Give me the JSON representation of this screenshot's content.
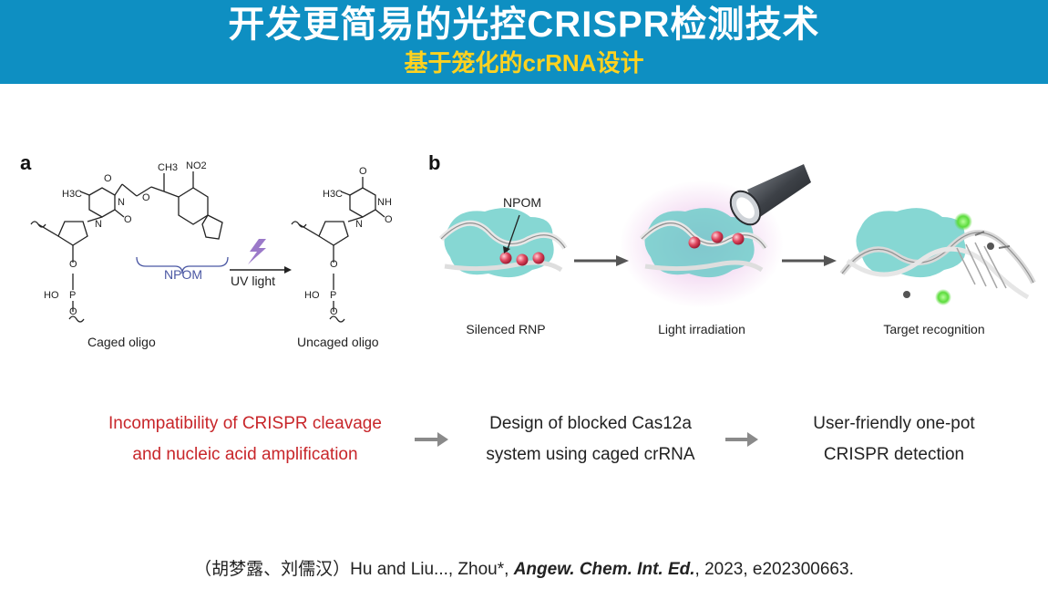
{
  "header": {
    "title": "开发更简易的光控CRISPR检测技术",
    "subtitle": "基于笼化的crRNA设计"
  },
  "panel_a": {
    "letter": "a",
    "caged_label": "Caged oligo",
    "uncaged_label": "Uncaged oligo",
    "npom_label": "NPOM",
    "uv_label": "UV light",
    "atoms": {
      "h3c": "H3C",
      "ch3": "CH3",
      "no2": "NO2",
      "nh": "NH",
      "o": "O",
      "n": "N",
      "ho": "HO",
      "p": "P"
    }
  },
  "panel_b": {
    "letter": "b",
    "npom_label": "NPOM",
    "stages": [
      "Silenced RNP",
      "Light irradiation",
      "Target recognition"
    ]
  },
  "flow": {
    "step1": [
      "Incompatibility of CRISPR cleavage",
      "and nucleic acid amplification"
    ],
    "step2": [
      "Design of blocked Cas12a",
      "system using caged crRNA"
    ],
    "step3": [
      "User-friendly one-pot",
      "CRISPR detection"
    ]
  },
  "citation": {
    "authors": "（胡梦露、刘儒汉）Hu and Liu..., Zhou*, ",
    "journal": "Angew. Chem. Int. Ed.",
    "rest": ", 2023, e202300663."
  },
  "colors": {
    "banner": "#0e8fc2",
    "title": "#ffffff",
    "subtitle": "#ffd21f",
    "problem_text": "#c8262a",
    "npom_chem": "#4a57a3",
    "protein": "#5ec9c4",
    "caged_group": "#e0485f",
    "glow": "#d98ad6",
    "probe_signal": "#5cdc3c"
  },
  "icons": [
    "lightning-icon",
    "flashlight-icon",
    "arrow-right-icon"
  ]
}
